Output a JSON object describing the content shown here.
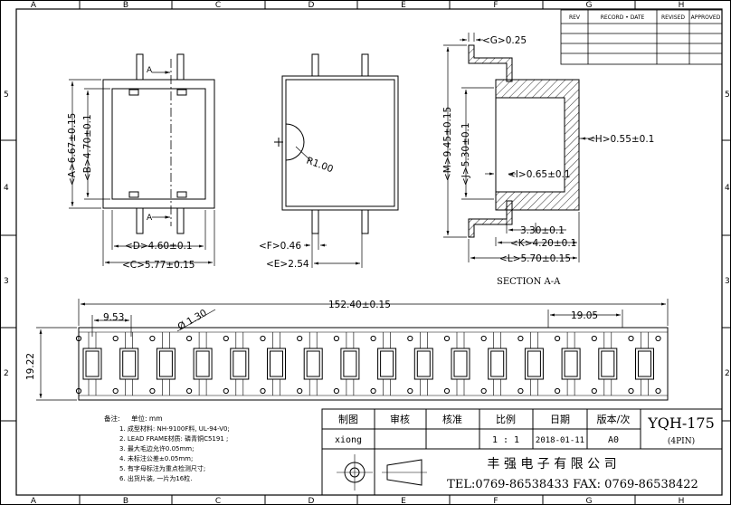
{
  "grid": {
    "cols": [
      "A",
      "B",
      "C",
      "D",
      "E",
      "F",
      "G",
      "H"
    ],
    "rows": [
      "5",
      "4",
      "3",
      "2"
    ]
  },
  "revision_table": {
    "headers": [
      "REV",
      "RECORD • DATE",
      "REVISED",
      "APPROVED"
    ]
  },
  "top_view": {
    "section_mark": "A",
    "dim_a": "<A>6.67±0.15",
    "dim_b": "<B>4.70±0.1",
    "dim_d": "<D>4.60±0.1",
    "dim_c": "<C>5.77±0.15"
  },
  "side_view": {
    "radius": "R1.00",
    "dim_f": "<F>0.46",
    "dim_e": "<E>2.54"
  },
  "section_view": {
    "dim_g": "<G>0.25",
    "dim_h": "<H>0.55±0.1",
    "dim_m": "<M>9.45±0.15",
    "dim_j": "<J>5.30±0.1",
    "dim_i": "<I>0.65±0.1",
    "dim_330": "3.30±0.1",
    "dim_k": "<K>4.20±0.1",
    "dim_l": "<L>5.70±0.15",
    "caption": "SECTION A-A"
  },
  "strip_view": {
    "length": "152.40±0.15",
    "pitch": "9.53",
    "hole": "Ø 1.30",
    "spacing": "19.05",
    "height": "19.22",
    "unit_count": 16
  },
  "notes": {
    "title": "备注:",
    "unit": "单位: mm",
    "lines": [
      "1. 成型材料: NH-9100F料, UL-94-V0;",
      "2. LEAD FRAME材质: 磷青铜C5191 ;",
      "3. 最大毛边允许0.05mm;",
      "4. 未标注公差±0.05mm;",
      "5. 有字母标注为重点检测尺寸;",
      "6. 出货片装, 一片为16粒."
    ]
  },
  "title_block": {
    "drawn_label": "制图",
    "check_label": "审核",
    "approve_label": "核准",
    "scale_label": "比例",
    "date_label": "日期",
    "version_label": "版本/次",
    "drawn_by": "xiong",
    "scale": "1 : 1",
    "date": "2018-01-11",
    "version": "A0",
    "part_no": "YQH-175",
    "pins": "(4PIN)",
    "company": "丰  强  电  子  有  限  公  司",
    "contact": "TEL:0769-86538433 FAX: 0769-86538422"
  }
}
